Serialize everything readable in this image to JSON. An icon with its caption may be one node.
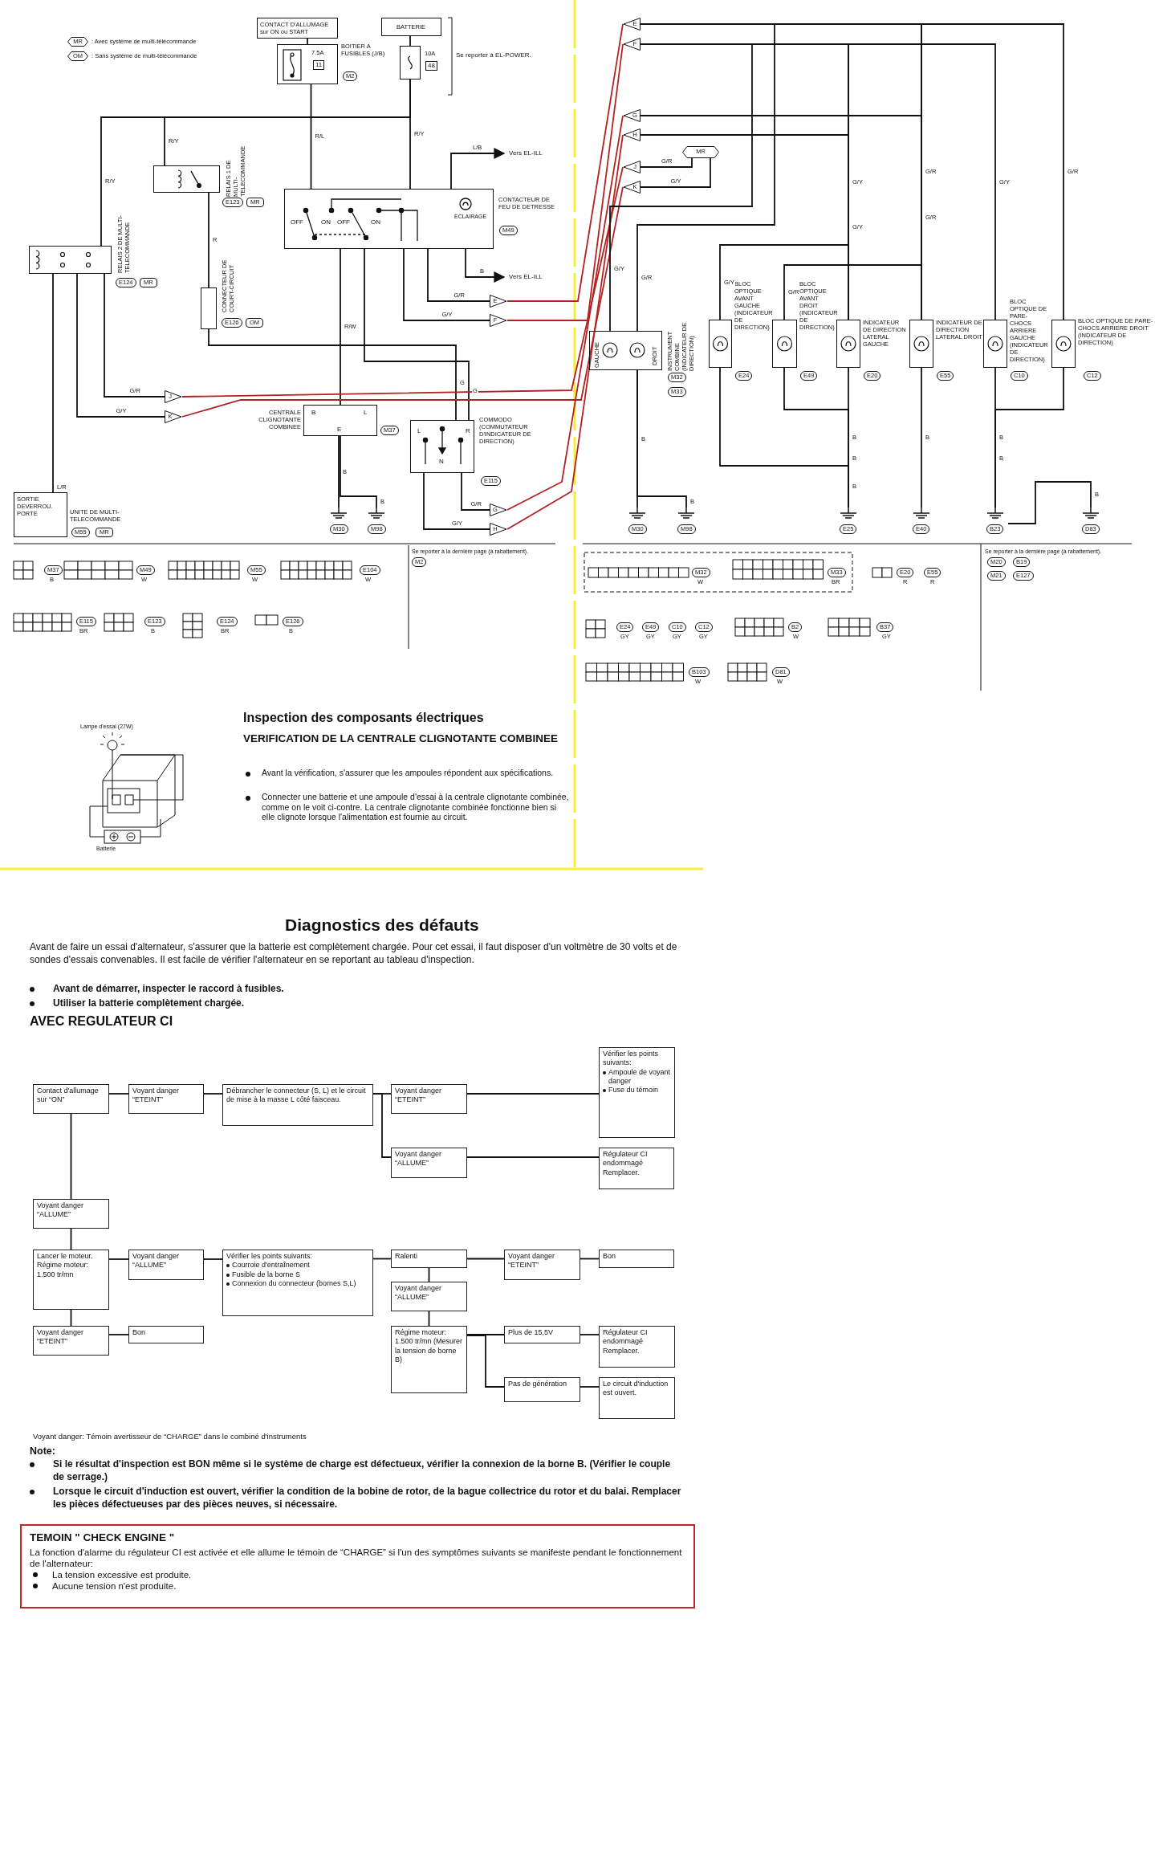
{
  "diagram": {
    "nodes": [
      {
        "text": [
          "CONTACT D'ALLUMAGE sur ON ou START"
        ]
      },
      {
        "text": [
          "BATTERIE"
        ]
      },
      {
        "text": [
          "7.5A",
          "11"
        ],
        "beside": [
          "BOITIER A FUSIBLES (J/B)",
          "M2"
        ]
      },
      {
        "text": [
          "10A",
          "48"
        ]
      },
      {
        "text": [
          "RELAIS 1 DE MULTI-TELECOMMANDE"
        ],
        "beside": [
          "E123",
          "MR"
        ]
      },
      {
        "text": [
          "RELAIS 2 DE MULTI-TELECOMMANDE"
        ],
        "beside": [
          "E124",
          "MR"
        ]
      },
      {
        "text": [
          "CONTACTEUR DE FEU DE DETRESSE"
        ],
        "beside": [
          "M49"
        ]
      },
      {
        "text": [
          "CENTRALE CLIGNOTANTE COMBINEE"
        ],
        "beside": [
          "M37"
        ]
      },
      {
        "text": [
          "COMMODO (COMMUTATEUR D'INDICATEUR DE DIRECTION)"
        ],
        "beside": [
          "E115"
        ]
      },
      {
        "text": [
          "SORTIE DEVERROU. PORTE"
        ],
        "beside": [
          "UNITE DE MULTI-TELECOMMANDE",
          "M55",
          "MR"
        ]
      },
      {
        "text": [
          "CONNECTEUR DE COURT-CIRCUIT"
        ],
        "beside": [
          "E126",
          "OM"
        ]
      },
      {
        "text": [
          "J"
        ]
      },
      {
        "text": [
          "K"
        ]
      },
      {
        "text": [
          "E"
        ]
      },
      {
        "text": [
          "F"
        ]
      },
      {
        "text": [
          "G"
        ]
      },
      {
        "text": [
          "H"
        ]
      },
      {
        "text": [
          "E"
        ]
      },
      {
        "text": [
          "F"
        ]
      },
      {
        "text": [
          "G"
        ]
      },
      {
        "text": [
          "H"
        ]
      },
      {
        "text": [
          "J"
        ]
      },
      {
        "text": [
          "K"
        ]
      },
      {
        "text": [
          "MR"
        ]
      },
      {
        "text": [
          "GAUCHE",
          "DROIT"
        ],
        "beside": [
          "INSTRUMENT COMBINE (INDICATEUR DE DIRECTION)",
          "M32",
          "M33"
        ]
      },
      {
        "text": [
          "BLOC OPTIQUE AVANT GAUCHE (INDICATEUR DE DIRECTION)"
        ],
        "beside": [
          "E24"
        ]
      },
      {
        "text": [
          "BLOC OPTIQUE AVANT DROIT (INDICATEUR DE DIRECTION)"
        ],
        "beside": [
          "E49"
        ]
      },
      {
        "text": [
          "INDICATEUR DE DIRECTION LATERAL GAUCHE"
        ],
        "beside": [
          "E20"
        ]
      },
      {
        "text": [
          "INDICATEUR DE DIRECTION LATERAL DROIT"
        ],
        "beside": [
          "E55"
        ]
      },
      {
        "text": [
          "BLOC OPTIQUE DE PARE-CHOCS ARRIERE GAUCHE (INDICATEUR DE DIRECTION)"
        ],
        "beside": [
          "C10"
        ]
      },
      {
        "text": [
          "BLOC OPTIQUE DE PARE-CHOCS ARRIERE DROIT (INDICATEUR DE DIRECTION)"
        ],
        "beside": [
          "C12"
        ]
      },
      {
        "text": [
          "M30"
        ]
      },
      {
        "text": [
          "M98"
        ]
      },
      {
        "text": [
          "M30"
        ]
      },
      {
        "text": [
          "M98"
        ]
      },
      {
        "text": [
          "E25"
        ]
      },
      {
        "text": [
          "E40"
        ]
      },
      {
        "text": [
          "B23"
        ]
      },
      {
        "text": [
          "D83"
        ]
      },
      {
        "text": [
          "Contact d'allumage sur “ON”"
        ]
      },
      {
        "text": [
          "Voyant danger “ETEINT”"
        ]
      },
      {
        "text": [
          "Débrancher le connecteur (S, L) et le circuit de mise à la masse L côté faisceau."
        ]
      },
      {
        "text": [
          "Voyant danger “ETEINT”"
        ]
      },
      {
        "text": [
          "Vérifier les points suivants:",
          "Ampoule de voyant danger",
          "Fuse du témoin"
        ]
      },
      {
        "text": [
          "Voyant danger “ALLUME”"
        ]
      },
      {
        "text": [
          "Régulateur CI endommagé Remplacer."
        ]
      },
      {
        "text": [
          "Voyant danger “ALLUME”"
        ]
      },
      {
        "text": [
          "Lancer le moteur. Régime moteur: 1.500 tr/mn"
        ]
      },
      {
        "text": [
          "Voyant danger “ALLUME”"
        ]
      },
      {
        "text": [
          "Vérifier les points suivants:",
          "Courroie d'entraînement",
          "Fusible de la borne S",
          "Connexion du connecteur (bornes S,L)"
        ]
      },
      {
        "text": [
          "Ralenti"
        ]
      },
      {
        "text": [
          "Voyant danger “ETEINT”"
        ]
      },
      {
        "text": [
          "Bon"
        ]
      },
      {
        "text": [
          "Voyant danger “ALLUME”"
        ]
      },
      {
        "text": [
          "Voyant danger “ETEINT”"
        ]
      },
      {
        "text": [
          "Bon"
        ]
      },
      {
        "text": [
          "Régime moteur: 1.500 tr/mn (Mesurer la tension de borne B)"
        ]
      },
      {
        "text": [
          "Plus de 15,5V"
        ]
      },
      {
        "text": [
          "Régulateur CI endommagé Remplacer."
        ]
      },
      {
        "text": [
          "Pas de génération"
        ]
      },
      {
        "text": [
          "Le circuit d'induction est ouvert."
        ]
      },
      {
        "text": [
          "TEMOIN \" CHECK ENGINE \"",
          "La fonction d'alarme du régulateur CI est activée et elle allume le témoin de “CHARGE” si l'un des symptômes suivants se manifeste pendant le fonctionnement de l'alternateur:",
          "La tension excessive est produite.",
          "Aucune tension n'est produite."
        ]
      },
      {
        "text": [
          "Vers EL-ILL"
        ]
      },
      {
        "text": [
          "Vers EL-ILL"
        ]
      }
    ],
    "edges": [
      {
        "from": 0,
        "to": 2,
        "arrow": "none"
      },
      {
        "from": 1,
        "to": 3,
        "arrow": "none"
      },
      {
        "from": 2,
        "to": 6,
        "arrow": "none",
        "label": "R/L"
      },
      {
        "from": 3,
        "to": 6,
        "arrow": "none",
        "label": "R/Y"
      },
      {
        "from": 3,
        "to": 4,
        "arrow": "none",
        "label": "R/Y"
      },
      {
        "from": 3,
        "to": 5,
        "arrow": "none",
        "label": "R/Y"
      },
      {
        "from": 4,
        "to": 10,
        "arrow": "none",
        "label": "R"
      },
      {
        "from": 10,
        "to": 8,
        "arrow": "none",
        "label": "G"
      },
      {
        "from": 6,
        "to": 8,
        "arrow": "none",
        "label": "G"
      },
      {
        "from": 6,
        "to": 7,
        "arrow": "none",
        "label": "R/W"
      },
      {
        "from": 6,
        "to": 13,
        "arrow": "none",
        "label": "G/R"
      },
      {
        "from": 6,
        "to": 14,
        "arrow": "none",
        "label": "G/Y"
      },
      {
        "from": 7,
        "to": 31,
        "arrow": "none",
        "label": "B"
      },
      {
        "from": 7,
        "to": 32,
        "arrow": "none",
        "label": "B"
      },
      {
        "from": 8,
        "to": 15,
        "arrow": "none",
        "label": "G/R"
      },
      {
        "from": 8,
        "to": 16,
        "arrow": "none",
        "label": "G/Y"
      },
      {
        "from": 5,
        "to": 11,
        "arrow": "none",
        "label": "G/R"
      },
      {
        "from": 5,
        "to": 12,
        "arrow": "none",
        "label": "G/Y"
      },
      {
        "from": 5,
        "to": 9,
        "arrow": "none",
        "label": "L/R"
      },
      {
        "from": 11,
        "to": 21,
        "arrow": "none",
        "color": "#b22222"
      },
      {
        "from": 12,
        "to": 22,
        "arrow": "none",
        "color": "#b22222"
      },
      {
        "from": 13,
        "to": 17,
        "arrow": "none",
        "color": "#b22222"
      },
      {
        "from": 14,
        "to": 18,
        "arrow": "none",
        "color": "#b22222"
      },
      {
        "from": 15,
        "to": 19,
        "arrow": "none",
        "color": "#b22222"
      },
      {
        "from": 16,
        "to": 20,
        "arrow": "none",
        "color": "#b22222"
      },
      {
        "from": 17,
        "to": 30,
        "arrow": "none",
        "label": "G/R"
      },
      {
        "from": 17,
        "to": 28,
        "arrow": "none",
        "label": "G/R"
      },
      {
        "from": 17,
        "to": 26,
        "arrow": "none",
        "label": "G/R"
      },
      {
        "from": 17,
        "to": 24,
        "arrow": "none",
        "label": "G/R"
      },
      {
        "from": 18,
        "to": 29,
        "arrow": "none",
        "label": "G/Y"
      },
      {
        "from": 18,
        "to": 27,
        "arrow": "none",
        "label": "G/Y"
      },
      {
        "from": 18,
        "to": 25,
        "arrow": "none",
        "label": "G/Y"
      },
      {
        "from": 18,
        "to": 24,
        "arrow": "none",
        "label": "G/Y"
      },
      {
        "from": 19,
        "to": 28,
        "arrow": "none",
        "label": "G/R"
      },
      {
        "from": 20,
        "to": 27,
        "arrow": "none",
        "label": "G/Y"
      },
      {
        "from": 21,
        "to": 23,
        "arrow": "none",
        "label": "G/R"
      },
      {
        "from": 22,
        "to": 23,
        "arrow": "none",
        "label": "G/Y"
      },
      {
        "from": 24,
        "to": 33,
        "arrow": "none",
        "label": "B"
      },
      {
        "from": 24,
        "to": 34,
        "arrow": "none",
        "label": "B"
      },
      {
        "from": 25,
        "to": 35,
        "arrow": "none",
        "label": "B"
      },
      {
        "from": 26,
        "to": 35,
        "arrow": "none",
        "label": "B"
      },
      {
        "from": 27,
        "to": 35,
        "arrow": "none",
        "label": "B"
      },
      {
        "from": 28,
        "to": 36,
        "arrow": "none",
        "label": "B"
      },
      {
        "from": 29,
        "to": 37,
        "arrow": "none",
        "label": "B"
      },
      {
        "from": 30,
        "to": 37,
        "arrow": "none",
        "label": "B"
      },
      {
        "from": 37,
        "to": 38,
        "arrow": "none",
        "label": "B"
      },
      {
        "from": 39,
        "to": 40,
        "arrow": "none"
      },
      {
        "from": 40,
        "to": 41,
        "arrow": "none"
      },
      {
        "from": 41,
        "to": 42,
        "arrow": "none"
      },
      {
        "from": 41,
        "to": 44,
        "arrow": "none"
      },
      {
        "from": 42,
        "to": 43,
        "arrow": "none"
      },
      {
        "from": 44,
        "to": 45,
        "arrow": "none"
      },
      {
        "from": 39,
        "to": 46,
        "arrow": "none"
      },
      {
        "from": 46,
        "to": 47,
        "arrow": "none"
      },
      {
        "from": 47,
        "to": 48,
        "arrow": "none"
      },
      {
        "from": 48,
        "to": 49,
        "arrow": "none"
      },
      {
        "from": 49,
        "to": 50,
        "arrow": "none"
      },
      {
        "from": 50,
        "to": 51,
        "arrow": "none"
      },
      {
        "from": 51,
        "to": 52,
        "arrow": "none"
      },
      {
        "from": 50,
        "to": 53,
        "arrow": "none"
      },
      {
        "from": 47,
        "to": 54,
        "arrow": "none"
      },
      {
        "from": 54,
        "to": 55,
        "arrow": "none"
      },
      {
        "from": 53,
        "to": 56,
        "arrow": "none"
      },
      {
        "from": 56,
        "to": 57,
        "arrow": "none"
      },
      {
        "from": 56,
        "to": 59,
        "arrow": "none"
      },
      {
        "from": 57,
        "to": 58,
        "arrow": "none"
      },
      {
        "from": 59,
        "to": 60,
        "arrow": "none"
      },
      {
        "from": 6,
        "to": 62,
        "arrow": "to",
        "label": "L/B"
      },
      {
        "from": 6,
        "to": 63,
        "arrow": "to",
        "label": "B"
      }
    ],
    "labels": [
      "MR",
      "OM",
      "Se reporter à EL-POWER.",
      "OFF",
      "ON",
      "OFF",
      "ON",
      "ECLAIRAGE",
      "B",
      "L",
      "E",
      "L",
      "N",
      "R",
      "M37",
      "B",
      "M49",
      "W",
      "M55",
      "W",
      "E104",
      "W",
      "Se reporter à la dernière page (à rabattement).",
      "M2",
      "E115",
      "BR",
      "E123",
      "B",
      "E124",
      "BR",
      "E126",
      "B",
      "M32",
      "W",
      "M33",
      "BR",
      "E20",
      "R",
      "E55",
      "R",
      "Se reporter à la dernière page (à rabattement).",
      "M20",
      "B19",
      "M21",
      "E127",
      "E24",
      "GY",
      "E49",
      "GY",
      "C10",
      "GY",
      "C12",
      "GY",
      "B2",
      "W",
      "B37",
      "GY",
      "B103",
      "W",
      "D81",
      "W",
      "Lampe d'essai (27W)",
      "Batterie",
      "Inspection des composants électriques",
      "VERIFICATION DE LA CENTRALE CLIGNOTANTE COMBINEE",
      "Avant la vérification, s'assurer que les ampoules répondent aux spécifications.",
      "Connecter une batterie et une ampoule d'essai à la centrale clignotante combinée, comme on le voit ci-contre. La centrale clignotante combinée fonctionne bien si elle clignote lorsque l'alimentation est fournie au circuit.",
      "Diagnostics des défauts",
      "Avant de faire un essai d'alternateur, s'assurer que la batterie est complètement chargée. Pour cet essai, il faut disposer d'un voltmètre de 30 volts et de sondes d'essais convenables. Il est facile de vérifier l'alternateur en se reportant au tableau d'inspection.",
      "Avant de démarrer, inspecter le raccord à fusibles.",
      "Utiliser la batterie complètement chargée.",
      "AVEC REGULATEUR CI",
      "Voyant danger: Témoin avertisseur de “CHARGE” dans le combiné d'instruments",
      "Note:",
      "Si le résultat d'inspection est BON même si le système de charge est défectueux, vérifier la connexion de la borne B. (Vérifier le couple de serrage.)",
      "Lorsque le circuit d'induction est ouvert, vérifier la condition de la bobine de rotor, de la bague collectrice du rotor et du balai. Remplacer les pièces défectueuses par des pièces neuves, si nécessaire."
    ],
    "legend": [
      {
        "text": ": Avec système de multi-télécommande"
      },
      {
        "text": ": Sans système de multi-télécommande"
      }
    ]
  }
}
